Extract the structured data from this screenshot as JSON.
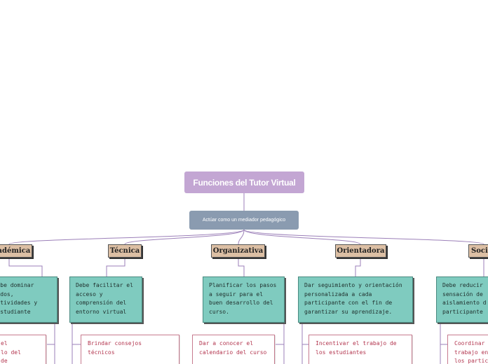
{
  "root": {
    "label": "Funciones del Tutor Virtual"
  },
  "subtitle": {
    "label": "Actúar como un mediador pedagógico"
  },
  "categories": [
    {
      "label": "Académica",
      "description": "r debe dominar\ntenidos,\nr actividades y\n el estudiante",
      "detail": "el\nlo del\nde"
    },
    {
      "label": "Técnica",
      "description": "Debe facilitar el\nacceso y\ncomprensión del\nentorno virtual",
      "detail": "Brindar consejos\ntécnicos"
    },
    {
      "label": "Organizativa",
      "description": "Planificar los pasos\na seguir para el\nbuen desarrollo del\ncurso.",
      "detail": "Dar a conocer el\ncalendario del curso"
    },
    {
      "label": "Orientadora",
      "description": "Dar seguimiento y orientación\npersonalizada a cada\nparticipante con el fin de\ngarantizar su aprendizaje.",
      "detail": "Incentivar el trabajo de\nlos estudiantes"
    },
    {
      "label": "Soci",
      "description": "Debe reducir\nsensación de\naislamiento d\nparticipante",
      "detail": "Coordinar\ntrabajo en\nlos partic"
    }
  ],
  "colors": {
    "root": "#c3a6d3",
    "subtitle": "#8a9bb0",
    "category": "#dcbfa4",
    "description": "#7fcbbf",
    "detail_text": "#b3364f",
    "connector": "#9b7fb8"
  }
}
